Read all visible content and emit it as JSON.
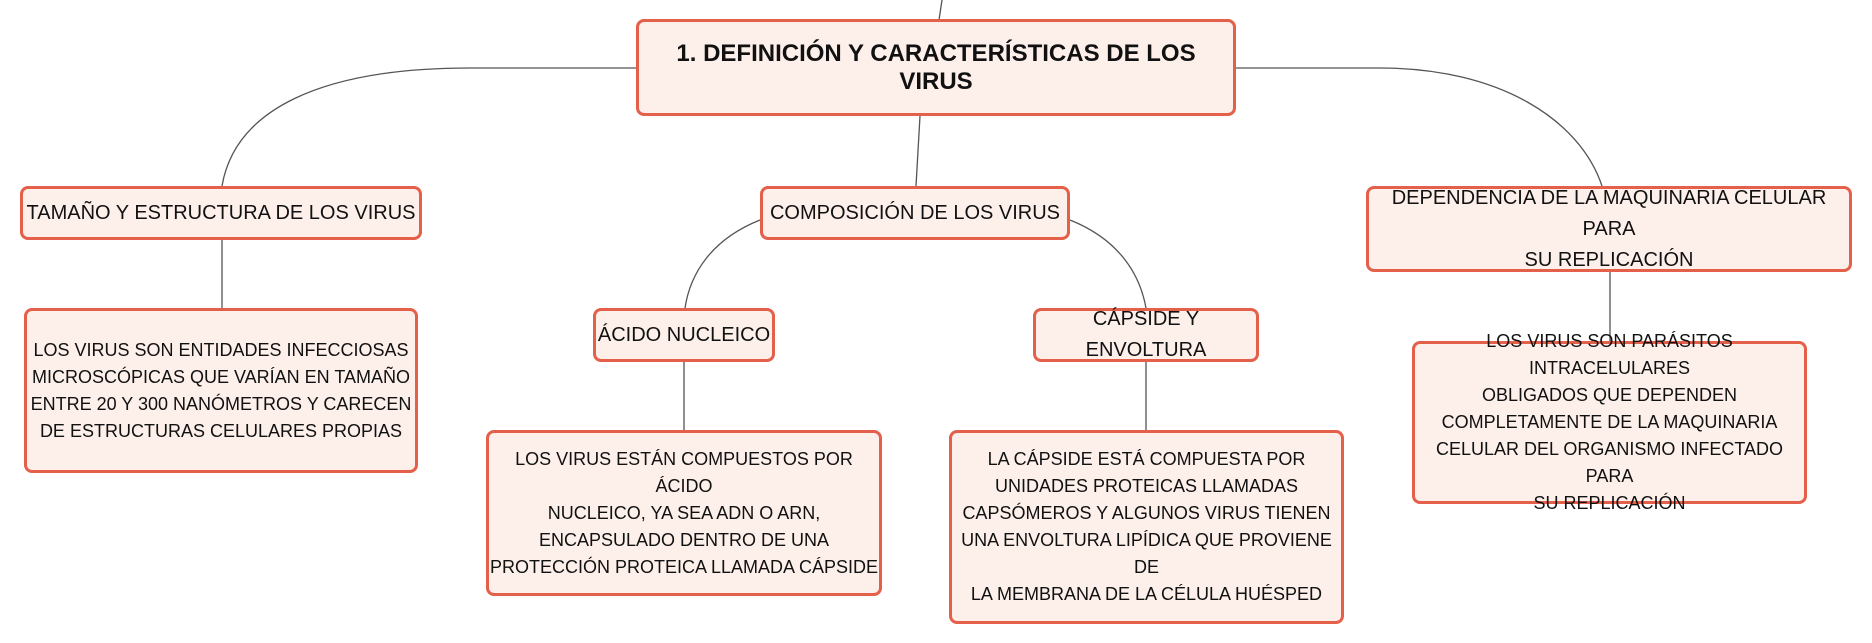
{
  "root": "1. DEFINICIÓN Y CARACTERÍSTICAS DE LOS VIRUS",
  "topics": {
    "tamano": {
      "label": "TAMAÑO Y ESTRUCTURA DE LOS VIRUS",
      "detail": "LOS VIRUS SON ENTIDADES INFECCIOSAS\nMICROSCÓPICAS QUE VARÍAN EN TAMAÑO\nENTRE 20 Y 300 NANÓMETROS Y CARECEN\nDE ESTRUCTURAS CELULARES PROPIAS"
    },
    "composicion": {
      "label": "COMPOSICIÓN DE LOS VIRUS",
      "acido": {
        "label": "ÁCIDO NUCLEICO",
        "detail": "LOS VIRUS ESTÁN COMPUESTOS POR ÁCIDO\nNUCLEICO, YA SEA ADN O ARN,\nENCAPSULADO DENTRO DE UNA\nPROTECCIÓN PROTEICA LLAMADA CÁPSIDE"
      },
      "capside": {
        "label": "CÁPSIDE Y ENVOLTURA",
        "detail": "LA CÁPSIDE ESTÁ COMPUESTA POR\nUNIDADES PROTEICAS LLAMADAS\nCAPSÓMEROS Y ALGUNOS VIRUS TIENEN\nUNA ENVOLTURA LIPÍDICA QUE PROVIENE DE\nLA MEMBRANA DE LA CÉLULA HUÉSPED"
      }
    },
    "dependencia": {
      "label": "DEPENDENCIA DE LA MAQUINARIA CELULAR PARA\nSU REPLICACIÓN",
      "detail": "LOS VIRUS SON PARÁSITOS INTRACELULARES\nOBLIGADOS QUE DEPENDEN\nCOMPLETAMENTE DE LA MAQUINARIA\nCELULAR DEL ORGANISMO INFECTADO PARA\nSU REPLICACIÓN"
    }
  },
  "colors": {
    "node_fill": "#fdf0eb",
    "node_border": "#e4604a",
    "connector": "#555555",
    "text": "#111111"
  }
}
